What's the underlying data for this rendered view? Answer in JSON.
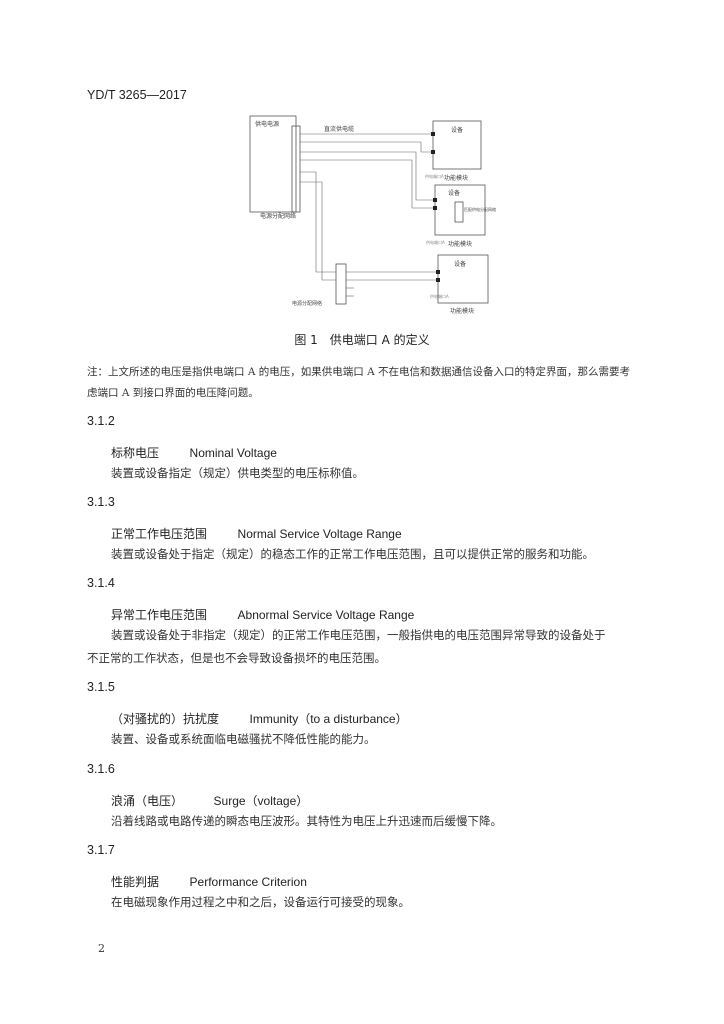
{
  "header": {
    "code": "YD/T 3265—2017"
  },
  "figure": {
    "labels": {
      "power_supply": "供电电源",
      "dc_cable": "直流供电缆",
      "equipment1": "设备",
      "func_module1": "功能模块",
      "port1": "供电端口A",
      "power_dist": "电源分配网络",
      "equipment2": "设备",
      "inner_dist": "匹配供电分配网络",
      "port2": "供电端口A",
      "func_module2": "功能模块",
      "equipment3": "设备",
      "dist_net": "电源分配网络",
      "port3": "供电端口A",
      "func_module3": "功能模块"
    }
  },
  "caption": "图 1　供电端口 A 的定义",
  "note": "注：上文所述的电压是指供电端口 A 的电压，如果供电端口 A 不在电信和数据通信设备入口的特定界面，那么需要考虑端口 A 到接口界面的电压降问题。",
  "sections": [
    {
      "num": "3.1.2",
      "term_zh": "标称电压",
      "term_en": "Nominal Voltage",
      "def_lines": [
        "装置或设备指定（规定）供电类型的电压标称值。"
      ]
    },
    {
      "num": "3.1.3",
      "term_zh": "正常工作电压范围",
      "term_en": "Normal Service Voltage Range",
      "def_lines": [
        "装置或设备处于指定（规定）的稳态工作的正常工作电压范围，且可以提供正常的服务和功能。"
      ]
    },
    {
      "num": "3.1.4",
      "term_zh": "异常工作电压范围",
      "term_en": "Abnormal Service Voltage Range",
      "def_lines": [
        "装置或设备处于非指定（规定）的正常工作电压范围，一般指供电的电压范围异常导致的设备处于",
        "不正常的工作状态，但是也不会导致设备损坏的电压范围。"
      ]
    },
    {
      "num": "3.1.5",
      "term_zh": "（对骚扰的）抗扰度",
      "term_en": "Immunity（to a disturbance）",
      "def_lines": [
        "装置、设备或系统面临电磁骚扰不降低性能的能力。"
      ]
    },
    {
      "num": "3.1.6",
      "term_zh": "浪涌（电压）",
      "term_en": "Surge（voltage）",
      "def_lines": [
        "沿着线路或电路传递的瞬态电压波形。其特性为电压上升迅速而后缓慢下降。"
      ]
    },
    {
      "num": "3.1.7",
      "term_zh": "性能判据",
      "term_en": "Performance Criterion",
      "def_lines": [
        "在电磁现象作用过程之中和之后，设备运行可接受的现象。"
      ]
    }
  ],
  "page_number": "2"
}
